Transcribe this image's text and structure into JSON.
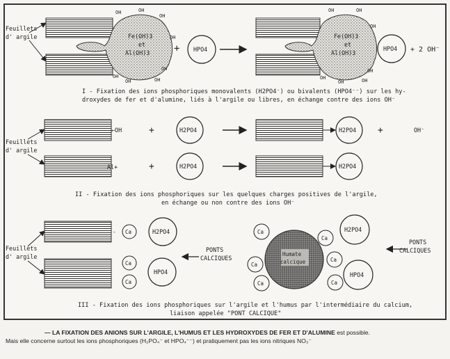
{
  "labels": {
    "feuillets_1": "Feuillets",
    "feuillets_2": "d' argile",
    "oh": "OH",
    "fe_oh3_1": "Fe(OH)3",
    "fe_oh3_2": "et",
    "fe_oh3_3": "Al(OH)3",
    "hpo4": "HPO4",
    "h2po4": "H2PO4",
    "plus": "+",
    "two_oh": "+ 2 OH⁻",
    "oh_minus": "OH⁻",
    "minus_oh": "←OH",
    "al_plus": "Al+",
    "ca": "Ca",
    "ponts_1": "PONTS",
    "ponts_2": "CALCIQUES",
    "humate_1": "Humate",
    "humate_2": "calcique"
  },
  "captions": {
    "I_line1": "I - Fixation des ions phosphoriques monovalents (H2PO4⁻) ou bivalents (HPO4⁻⁻)  sur les hy-",
    "I_line2": "droxydes de fer et d'alumine, liés à l'argile ou libres, en échange contre des ions OH⁻",
    "II_line1": "II - Fixation des ions phosphoriques sur les quelques charges positives de l'argile,",
    "II_line2": "en échange ou non contre des ions OH⁻",
    "III_line1": "III - Fixation des ions phosphoriques sur l'argile et l'humus par l'intermédiaire du calcium,",
    "III_line2": "liaison appelée \"PONT CALCIQUE\""
  },
  "footer": {
    "bold": "— LA FIXATION DES ANIONS SUR L'ARGILE, L'HUMUS ET LES HYDROXYDES DE FER ET D'ALUMINE",
    "rest1": " est possible.",
    "line2": "Mais elle concerne surtout les ions phosphoriques (H₂PO₄⁻ et HPO₄⁻⁻) et pratiquement pas les ions nitriques NO₃⁻"
  }
}
